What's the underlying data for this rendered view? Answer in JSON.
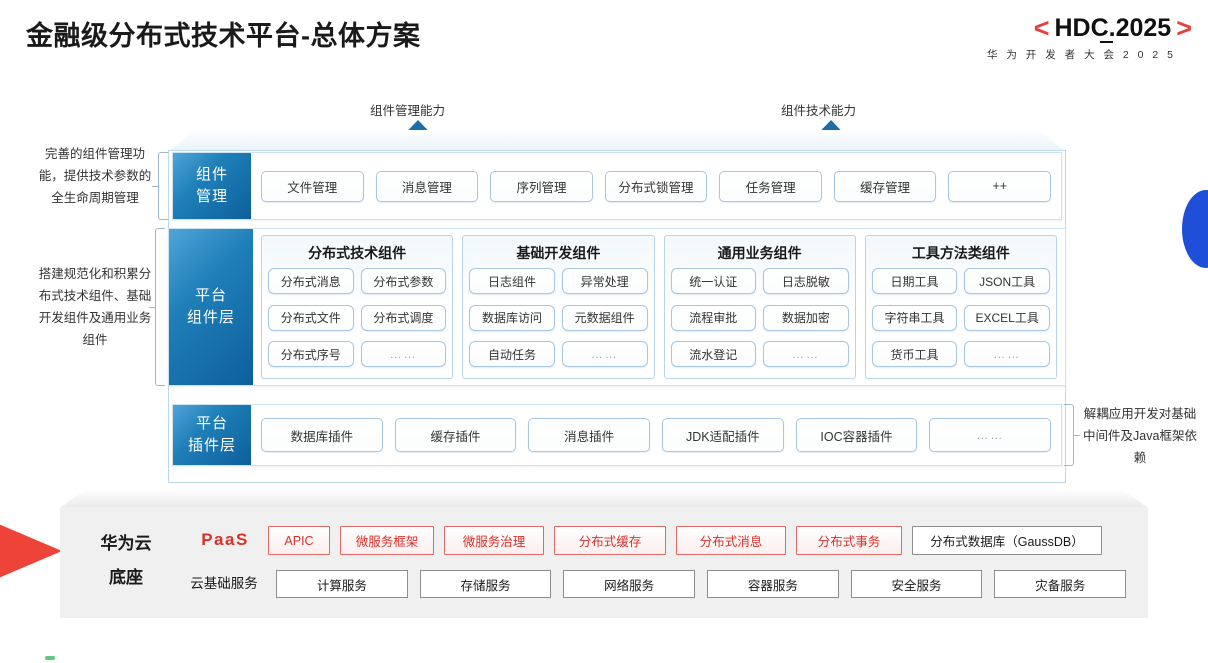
{
  "header": {
    "title": "金融级分布式技术平台-总体方案",
    "logo_bracket_left": "<",
    "logo_bracket_right": ">",
    "logo_main": "HDC.2025",
    "logo_sub": "华 为 开 发 者 大 会 2 0 2 5",
    "accent_red": "#e8413c"
  },
  "arrows": {
    "left_label": "组件管理能力",
    "right_label": "组件技术能力"
  },
  "notes": {
    "left_top": "完善的组件管理功能，提供技术参数的全生命周期管理",
    "left_mid": "搭建规范化和积累分布式技术组件、基础开发组件及通用业务组件",
    "right": "解耦应用开发对基础中间件及Java框架依赖"
  },
  "rows": {
    "management": {
      "label_line1": "组件",
      "label_line2": "管理",
      "chips": [
        "文件管理",
        "消息管理",
        "序列管理",
        "分布式锁管理",
        "任务管理",
        "缓存管理",
        "++"
      ]
    },
    "component_layer": {
      "label_line1": "平台",
      "label_line2": "组件层",
      "groups": [
        {
          "title": "分布式技术组件",
          "items": [
            "分布式消息",
            "分布式参数",
            "分布式文件",
            "分布式调度",
            "分布式序号",
            "……"
          ]
        },
        {
          "title": "基础开发组件",
          "items": [
            "日志组件",
            "异常处理",
            "数据库访问",
            "元数据组件",
            "自动任务",
            "……"
          ]
        },
        {
          "title": "通用业务组件",
          "items": [
            "统一认证",
            "日志脱敏",
            "流程审批",
            "数据加密",
            "流水登记",
            "……"
          ]
        },
        {
          "title": "工具方法类组件",
          "items": [
            "日期工具",
            "JSON工具",
            "字符串工具",
            "EXCEL工具",
            "货币工具",
            "……"
          ]
        }
      ]
    },
    "plugin_layer": {
      "label_line1": "平台",
      "label_line2": "插件层",
      "chips": [
        "数据库插件",
        "缓存插件",
        "消息插件",
        "JDK适配插件",
        "IOC容器插件",
        "……"
      ]
    }
  },
  "cloud": {
    "title_line1": "华为云",
    "title_line2": "底座",
    "paas_label": "PaaS",
    "base_label": "云基础服务",
    "paas_chips": [
      {
        "text": "APIC",
        "style": "red",
        "w": 62
      },
      {
        "text": "微服务框架",
        "style": "red",
        "w": 94
      },
      {
        "text": "微服务治理",
        "style": "red",
        "w": 100
      },
      {
        "text": "分布式缓存",
        "style": "red",
        "w": 112
      },
      {
        "text": "分布式消息",
        "style": "red",
        "w": 110
      },
      {
        "text": "分布式事务",
        "style": "red",
        "w": 106
      },
      {
        "text": "分布式数据库（GaussDB）",
        "style": "gray",
        "w": 190
      }
    ],
    "base_chips": [
      "计算服务",
      "存储服务",
      "网络服务",
      "容器服务",
      "安全服务",
      "灾备服务"
    ]
  }
}
